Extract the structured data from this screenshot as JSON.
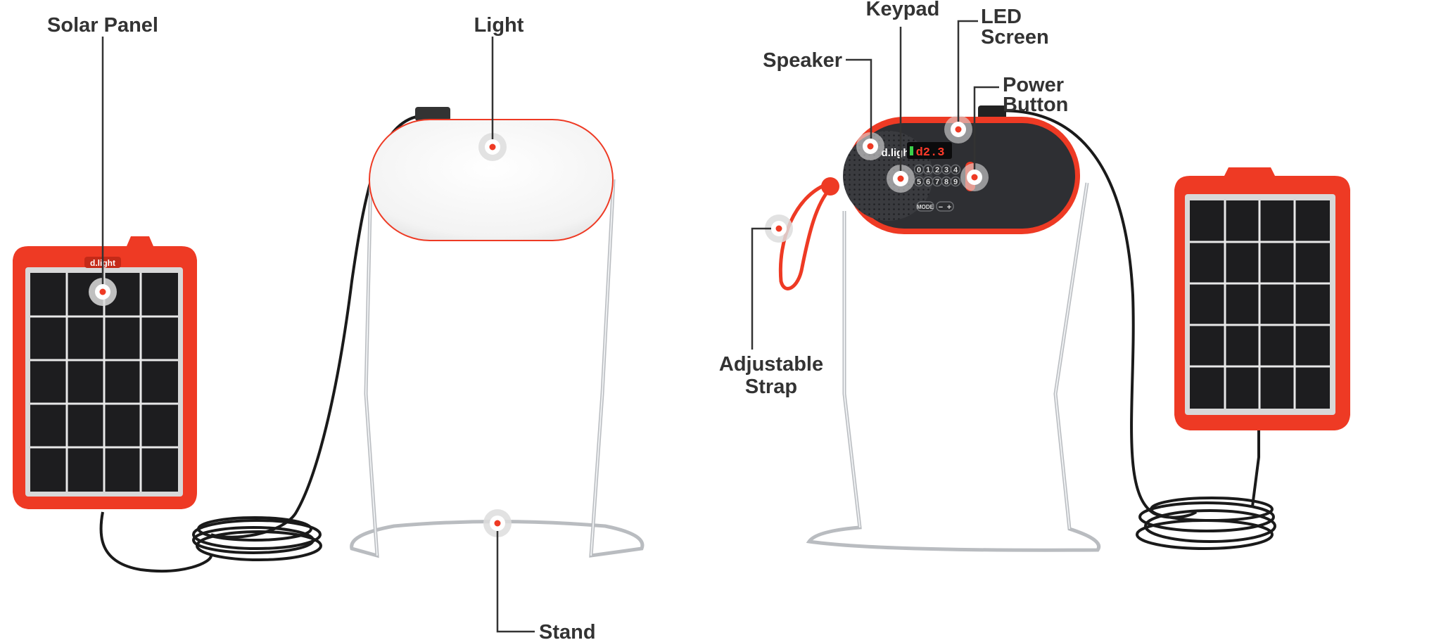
{
  "title": "d.light product diagram",
  "colors": {
    "accent": "#ee3a24",
    "label": "#333333",
    "body": "#2e2f33",
    "marker_ring": "#dcdcdc"
  },
  "brand": "d.light",
  "labels": {
    "solar_panel": "Solar Panel",
    "light": "Light",
    "stand": "Stand",
    "speaker": "Speaker",
    "keypad": "Keypad",
    "led_screen_line1": "LED",
    "led_screen_line2": "Screen",
    "power_button_line1": "Power",
    "power_button_line2": "Button",
    "adjustable_strap_line1": "Adjustable",
    "adjustable_strap_line2": "Strap"
  },
  "radio": {
    "led_readout": "d2.3",
    "keys_row1": [
      "0",
      "1",
      "2",
      "3",
      "4"
    ],
    "keys_row2": [
      "5",
      "6",
      "7",
      "8",
      "9"
    ],
    "mode_label": "MODE",
    "minus_label": "−",
    "plus_label": "+"
  }
}
